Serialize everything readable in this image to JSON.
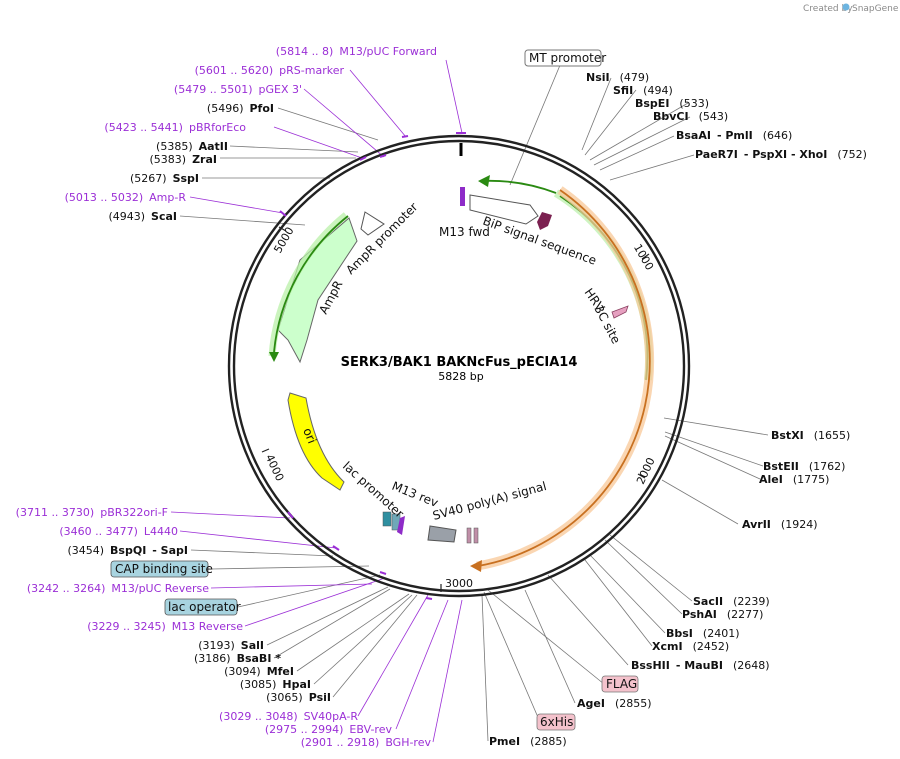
{
  "plasmid": {
    "name": "SERK3/BAK1 BAKNcFus_pECIA14",
    "length": "5828 bp",
    "watermark_prefix": "Created by",
    "watermark_brand": "SnapGene"
  },
  "ticks": [
    "1000",
    "2000",
    "3000",
    "4000",
    "5000"
  ],
  "colors": {
    "primer": "#9b2fd6",
    "backbone": "#222222",
    "ampr": "#ccffcc",
    "ori": "#ffff00",
    "green_arc": "#2a8a12",
    "orange_arc": "#e8a040",
    "terminator": "#9aa0a8",
    "tag_bg": "#f4c2cc",
    "cap_bg": "#a8d4e0"
  },
  "labels": {
    "mt_promoter": "MT promoter",
    "cap_site": "CAP binding site",
    "lac_operator": "lac operator",
    "flag": "FLAG",
    "his": "6xHis",
    "bip": "BiP signal sequence",
    "hrv_line1": "HRV",
    "hrv_line2": "3C site",
    "m13fwd": "M13 fwd",
    "ampr": "AmpR",
    "ampr_promoter": "AmpR promoter",
    "ori": "ori",
    "lac_promoter": "lac promoter",
    "m13rev": "M13 rev",
    "sv40": "SV40 poly(A) signal"
  },
  "left_sites": [
    {
      "pos": "(5814 .. 8)",
      "name": "M13/pUC Forward",
      "kind": "primer"
    },
    {
      "pos": "(5601 .. 5620)",
      "name": "pRS-marker",
      "kind": "primer"
    },
    {
      "pos": "(5479 .. 5501)",
      "name": "pGEX 3'",
      "kind": "primer"
    },
    {
      "pos": "(5496)",
      "name": "PfoI",
      "kind": "enzyme"
    },
    {
      "pos": "(5423 .. 5441)",
      "name": "pBRforEco",
      "kind": "primer"
    },
    {
      "pos": "(5385)",
      "name": "AatII",
      "kind": "enzyme"
    },
    {
      "pos": "(5383)",
      "name": "ZraI",
      "kind": "enzyme"
    },
    {
      "pos": "(5267)",
      "name": "SspI",
      "kind": "enzyme"
    },
    {
      "pos": "(5013 .. 5032)",
      "name": "Amp-R",
      "kind": "primer"
    },
    {
      "pos": "(4943)",
      "name": "ScaI",
      "kind": "enzyme"
    },
    {
      "pos": "(3711 .. 3730)",
      "name": "pBR322ori-F",
      "kind": "primer"
    },
    {
      "pos": "(3460 .. 3477)",
      "name": "L4440",
      "kind": "primer"
    },
    {
      "pos": "(3454)",
      "name": "BspQI",
      "extra": "- SapI",
      "kind": "enzyme"
    },
    {
      "pos": "(3242 .. 3264)",
      "name": "M13/pUC Reverse",
      "kind": "primer"
    },
    {
      "pos": "(3229 .. 3245)",
      "name": "M13 Reverse",
      "kind": "primer"
    },
    {
      "pos": "(3193)",
      "name": "SalI",
      "kind": "enzyme"
    },
    {
      "pos": "(3186)",
      "name": "BsaBI *",
      "kind": "enzyme"
    },
    {
      "pos": "(3094)",
      "name": "MfeI",
      "kind": "enzyme"
    },
    {
      "pos": "(3085)",
      "name": "HpaI",
      "kind": "enzyme"
    },
    {
      "pos": "(3065)",
      "name": "PsiI",
      "kind": "enzyme"
    },
    {
      "pos": "(3029 .. 3048)",
      "name": "SV40pA-R",
      "kind": "primer"
    },
    {
      "pos": "(2975 .. 2994)",
      "name": "EBV-rev",
      "kind": "primer"
    },
    {
      "pos": "(2901 .. 2918)",
      "name": "BGH-rev",
      "kind": "primer"
    }
  ],
  "right_sites": [
    {
      "name": "NsiI",
      "pos": "(479)"
    },
    {
      "name": "SfiI",
      "pos": "(494)"
    },
    {
      "name": "BspEI",
      "pos": "(533)"
    },
    {
      "name": "BbvCI",
      "pos": "(543)"
    },
    {
      "name": "BsaAI",
      "extra": "- PmlI",
      "pos": "(646)"
    },
    {
      "name": "PaeR7I",
      "extra": "- PspXI  - XhoI",
      "pos": "(752)"
    },
    {
      "name": "BstXI",
      "pos": "(1655)"
    },
    {
      "name": "BstEII",
      "pos": "(1762)"
    },
    {
      "name": "AleI",
      "pos": "(1775)"
    },
    {
      "name": "AvrII",
      "pos": "(1924)"
    },
    {
      "name": "SacII",
      "pos": "(2239)"
    },
    {
      "name": "PshAI",
      "pos": "(2277)"
    },
    {
      "name": "BbsI",
      "pos": "(2401)"
    },
    {
      "name": "XcmI",
      "pos": "(2452)"
    },
    {
      "name": "BssHII",
      "extra": "- MauBI",
      "pos": "(2648)"
    },
    {
      "name": "AgeI",
      "pos": "(2855)"
    },
    {
      "name": "PmeI",
      "pos": "(2885)"
    }
  ]
}
